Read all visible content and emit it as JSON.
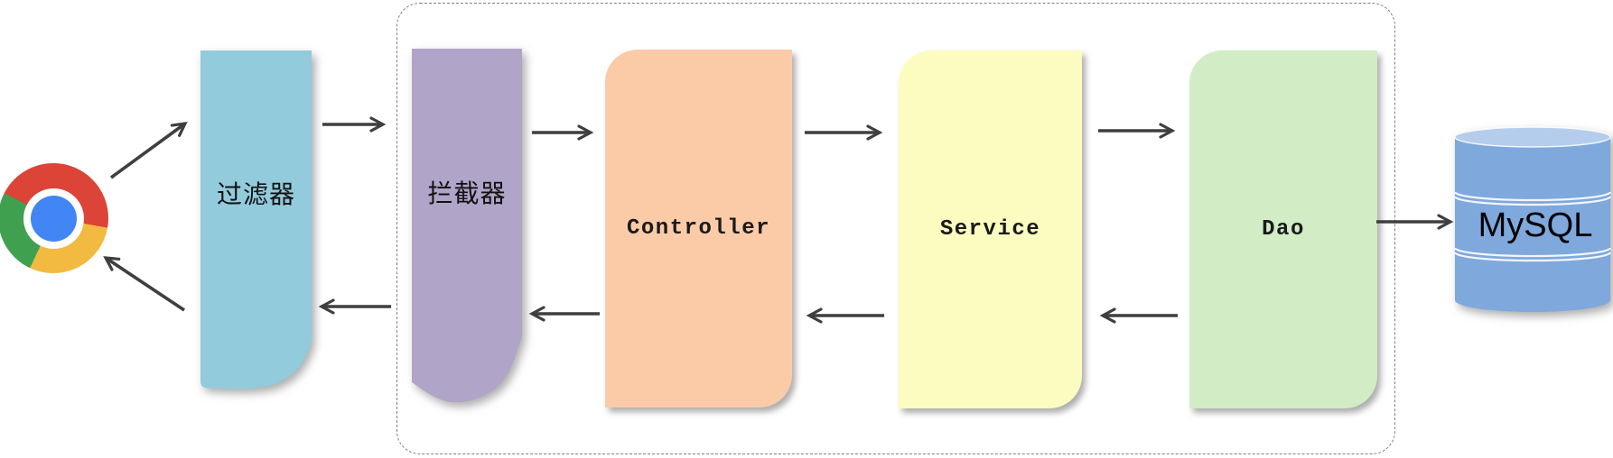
{
  "nodes": {
    "browser": {
      "icon": "chrome-icon"
    },
    "filter": {
      "label": "过滤器",
      "fill": "#92CBDC"
    },
    "interceptor": {
      "label": "拦截器",
      "fill": "#B0A4C8"
    },
    "controller": {
      "label": "Controller",
      "fill": "#FBCBA8"
    },
    "service": {
      "label": "Service",
      "fill": "#FCFCC0"
    },
    "dao": {
      "label": "Dao",
      "fill": "#D2ECC6"
    },
    "mysql": {
      "label": "MySQL",
      "fill": "#7FA8DD",
      "top_fill": "#B5CDED",
      "band_line": "#F2F6FB"
    }
  },
  "edges": [
    {
      "from": "browser",
      "to": "filter",
      "type": "request"
    },
    {
      "from": "filter",
      "to": "interceptor",
      "type": "request"
    },
    {
      "from": "interceptor",
      "to": "controller",
      "type": "request"
    },
    {
      "from": "controller",
      "to": "service",
      "type": "request"
    },
    {
      "from": "service",
      "to": "dao",
      "type": "request"
    },
    {
      "from": "dao",
      "to": "mysql",
      "type": "request"
    },
    {
      "from": "dao",
      "to": "service",
      "type": "response"
    },
    {
      "from": "service",
      "to": "controller",
      "type": "response"
    },
    {
      "from": "controller",
      "to": "interceptor",
      "type": "response"
    },
    {
      "from": "interceptor",
      "to": "filter",
      "type": "response"
    },
    {
      "from": "filter",
      "to": "browser",
      "type": "response"
    }
  ],
  "colors": {
    "arrow": "#3f3f3f",
    "boundary_dash": "#808080",
    "chrome_red": "#DB4437",
    "chrome_yellow": "#F2BA41",
    "chrome_green": "#3FA14F",
    "chrome_blue": "#4285F4"
  }
}
